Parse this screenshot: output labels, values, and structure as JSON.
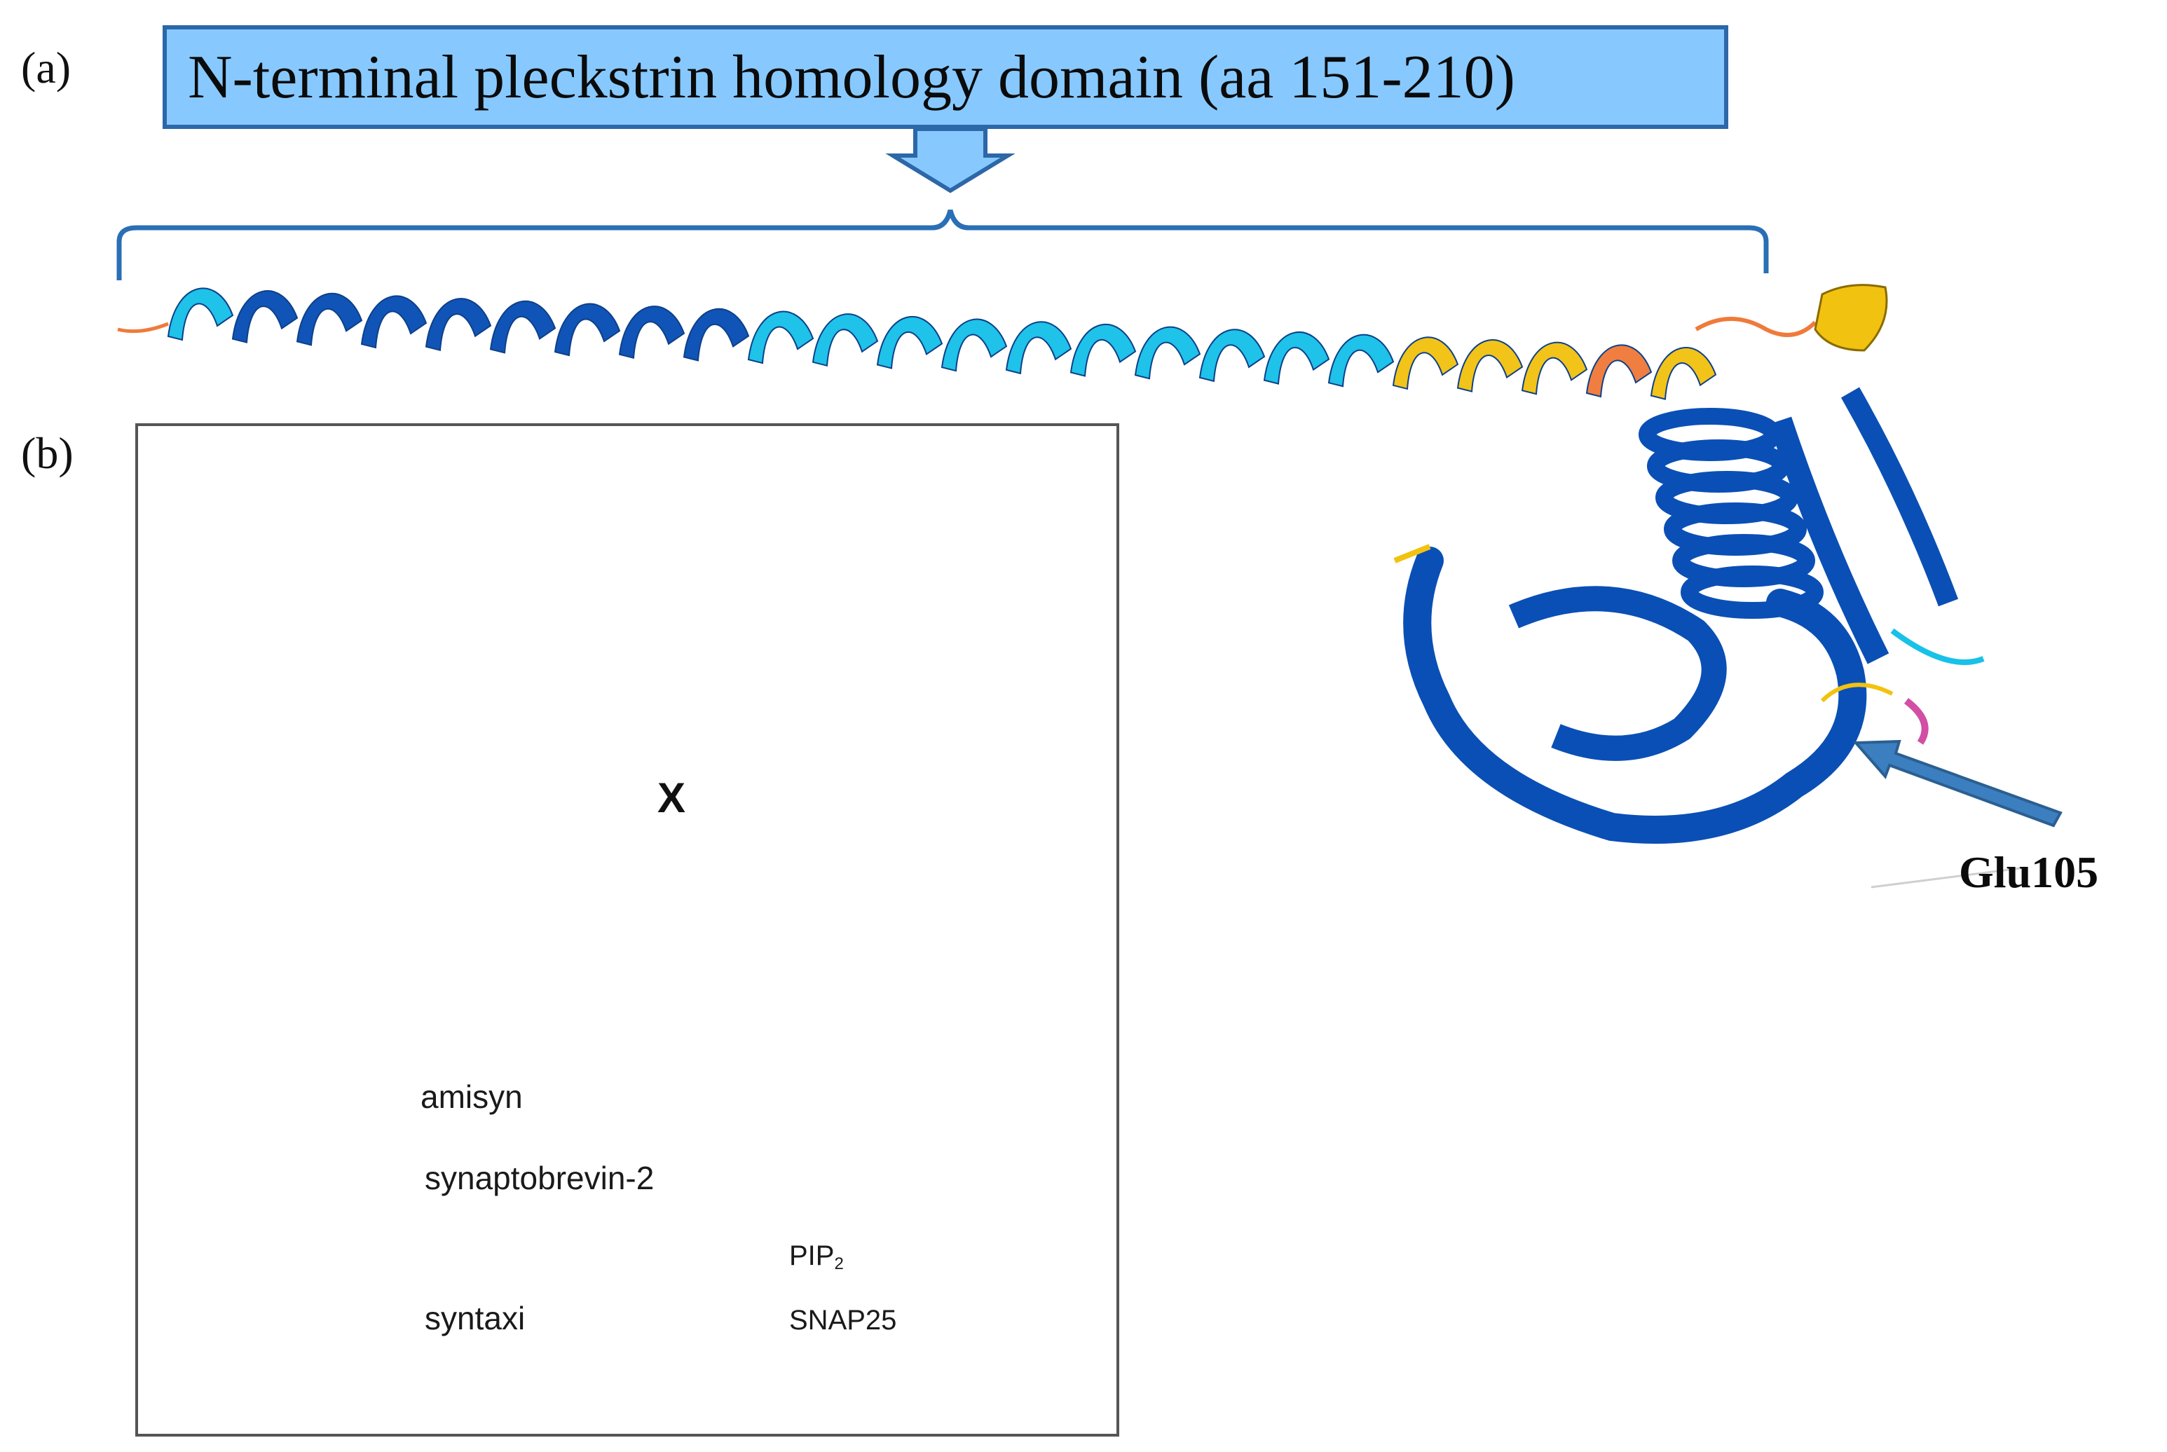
{
  "panel_labels": {
    "a": "(a)",
    "b": "(b)"
  },
  "callout": {
    "text": "N-terminal pleckstrin homology domain (aa 151-210)",
    "fill_color": "#87c9ff",
    "border_color": "#2c67a8"
  },
  "protein": {
    "residue_label": "Glu105",
    "colors": {
      "very_high": "#0a4fb5",
      "high": "#18c1e8",
      "low": "#f2c211",
      "very_low": "#f07a3a",
      "other": "#d24fa5"
    }
  },
  "schematic": {
    "blocked_mark": "X",
    "legend": {
      "amisyn": "amisyn",
      "synaptobrevin": "synaptobrevin-2",
      "syntaxin": "syntaxi",
      "pip2_main": "PIP",
      "pip2_sub": "2",
      "snap25": "SNAP25"
    },
    "colors": {
      "lipid": "#808080",
      "amisyn": "#d7b8d8",
      "synaptobrevin": "#e31e24",
      "syntaxin": "#1f9ad6",
      "snap25": "#3b9a3a",
      "pip2": "#f5b800",
      "vesicle_content": "#2c6fb0"
    }
  }
}
